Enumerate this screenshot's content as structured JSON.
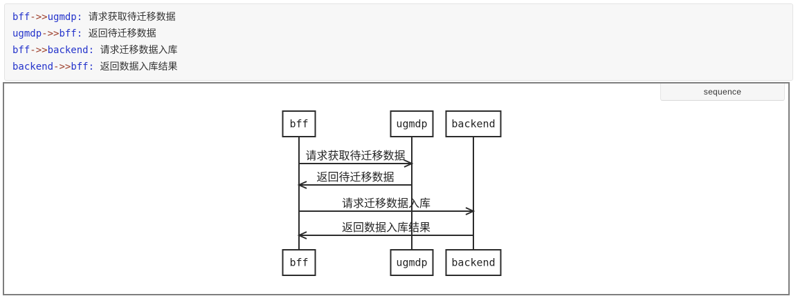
{
  "code_block": {
    "lines": [
      {
        "source": "bff",
        "arrow": "->>",
        "target": "ugmdp",
        "colon": ":",
        "message": " 请求获取待迁移数据"
      },
      {
        "source": "ugmdp",
        "arrow": "->>",
        "target": "bff",
        "colon": ":",
        "message": " 返回待迁移数据"
      },
      {
        "source": "bff",
        "arrow": "->>",
        "target": "backend",
        "colon": ":",
        "message": " 请求迁移数据入库"
      },
      {
        "source": "backend",
        "arrow": "->>",
        "target": "bff",
        "colon": ":",
        "message": " 返回数据入库结果"
      }
    ]
  },
  "panel": {
    "tab_label": "sequence"
  },
  "diagram": {
    "type": "sequence",
    "actors": [
      {
        "name": "bff"
      },
      {
        "name": "ugmdp"
      },
      {
        "name": "backend"
      }
    ],
    "messages": [
      {
        "from": "bff",
        "to": "ugmdp",
        "label": "请求获取待迁移数据",
        "arrow": "open"
      },
      {
        "from": "ugmdp",
        "to": "bff",
        "label": "返回待迁移数据",
        "arrow": "open"
      },
      {
        "from": "bff",
        "to": "backend",
        "label": "请求迁移数据入库",
        "arrow": "open"
      },
      {
        "from": "backend",
        "to": "bff",
        "label": "返回数据入库结果",
        "arrow": "open"
      }
    ]
  },
  "colors": {
    "code_identifier": "#2433cb",
    "code_operator": "#9c3c28",
    "code_text": "#333333",
    "diagram_stroke": "#2b2b2b",
    "panel_border": "#7d7d7d"
  }
}
